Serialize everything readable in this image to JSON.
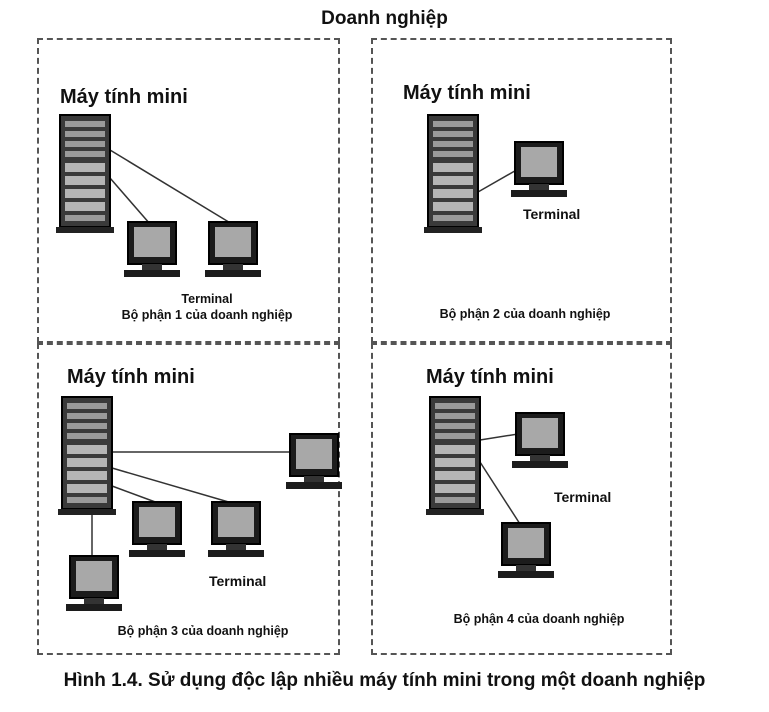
{
  "title": "Doanh nghiệp",
  "caption": "Hình 1.4. Sử dụng độc lập nhiều máy tính mini trong một doanh nghiệp",
  "quadrants": [
    {
      "heading": "Máy tính mini",
      "terminal_label": "Terminal",
      "department": "Bộ phận 1 của doanh nghiệp"
    },
    {
      "heading": "Máy tính mini",
      "terminal_label": "Terminal",
      "department": "Bộ phận 2 của doanh nghiệp"
    },
    {
      "heading": "Máy tính mini",
      "terminal_label": "Terminal",
      "department": "Bộ phận 3 của doanh nghiệp"
    },
    {
      "heading": "Máy tính mini",
      "terminal_label": "Terminal",
      "department": "Bộ phận 4 của doanh nghiệp"
    }
  ],
  "icons": {
    "server": "server-tower-icon",
    "terminal": "terminal-monitor-icon"
  }
}
